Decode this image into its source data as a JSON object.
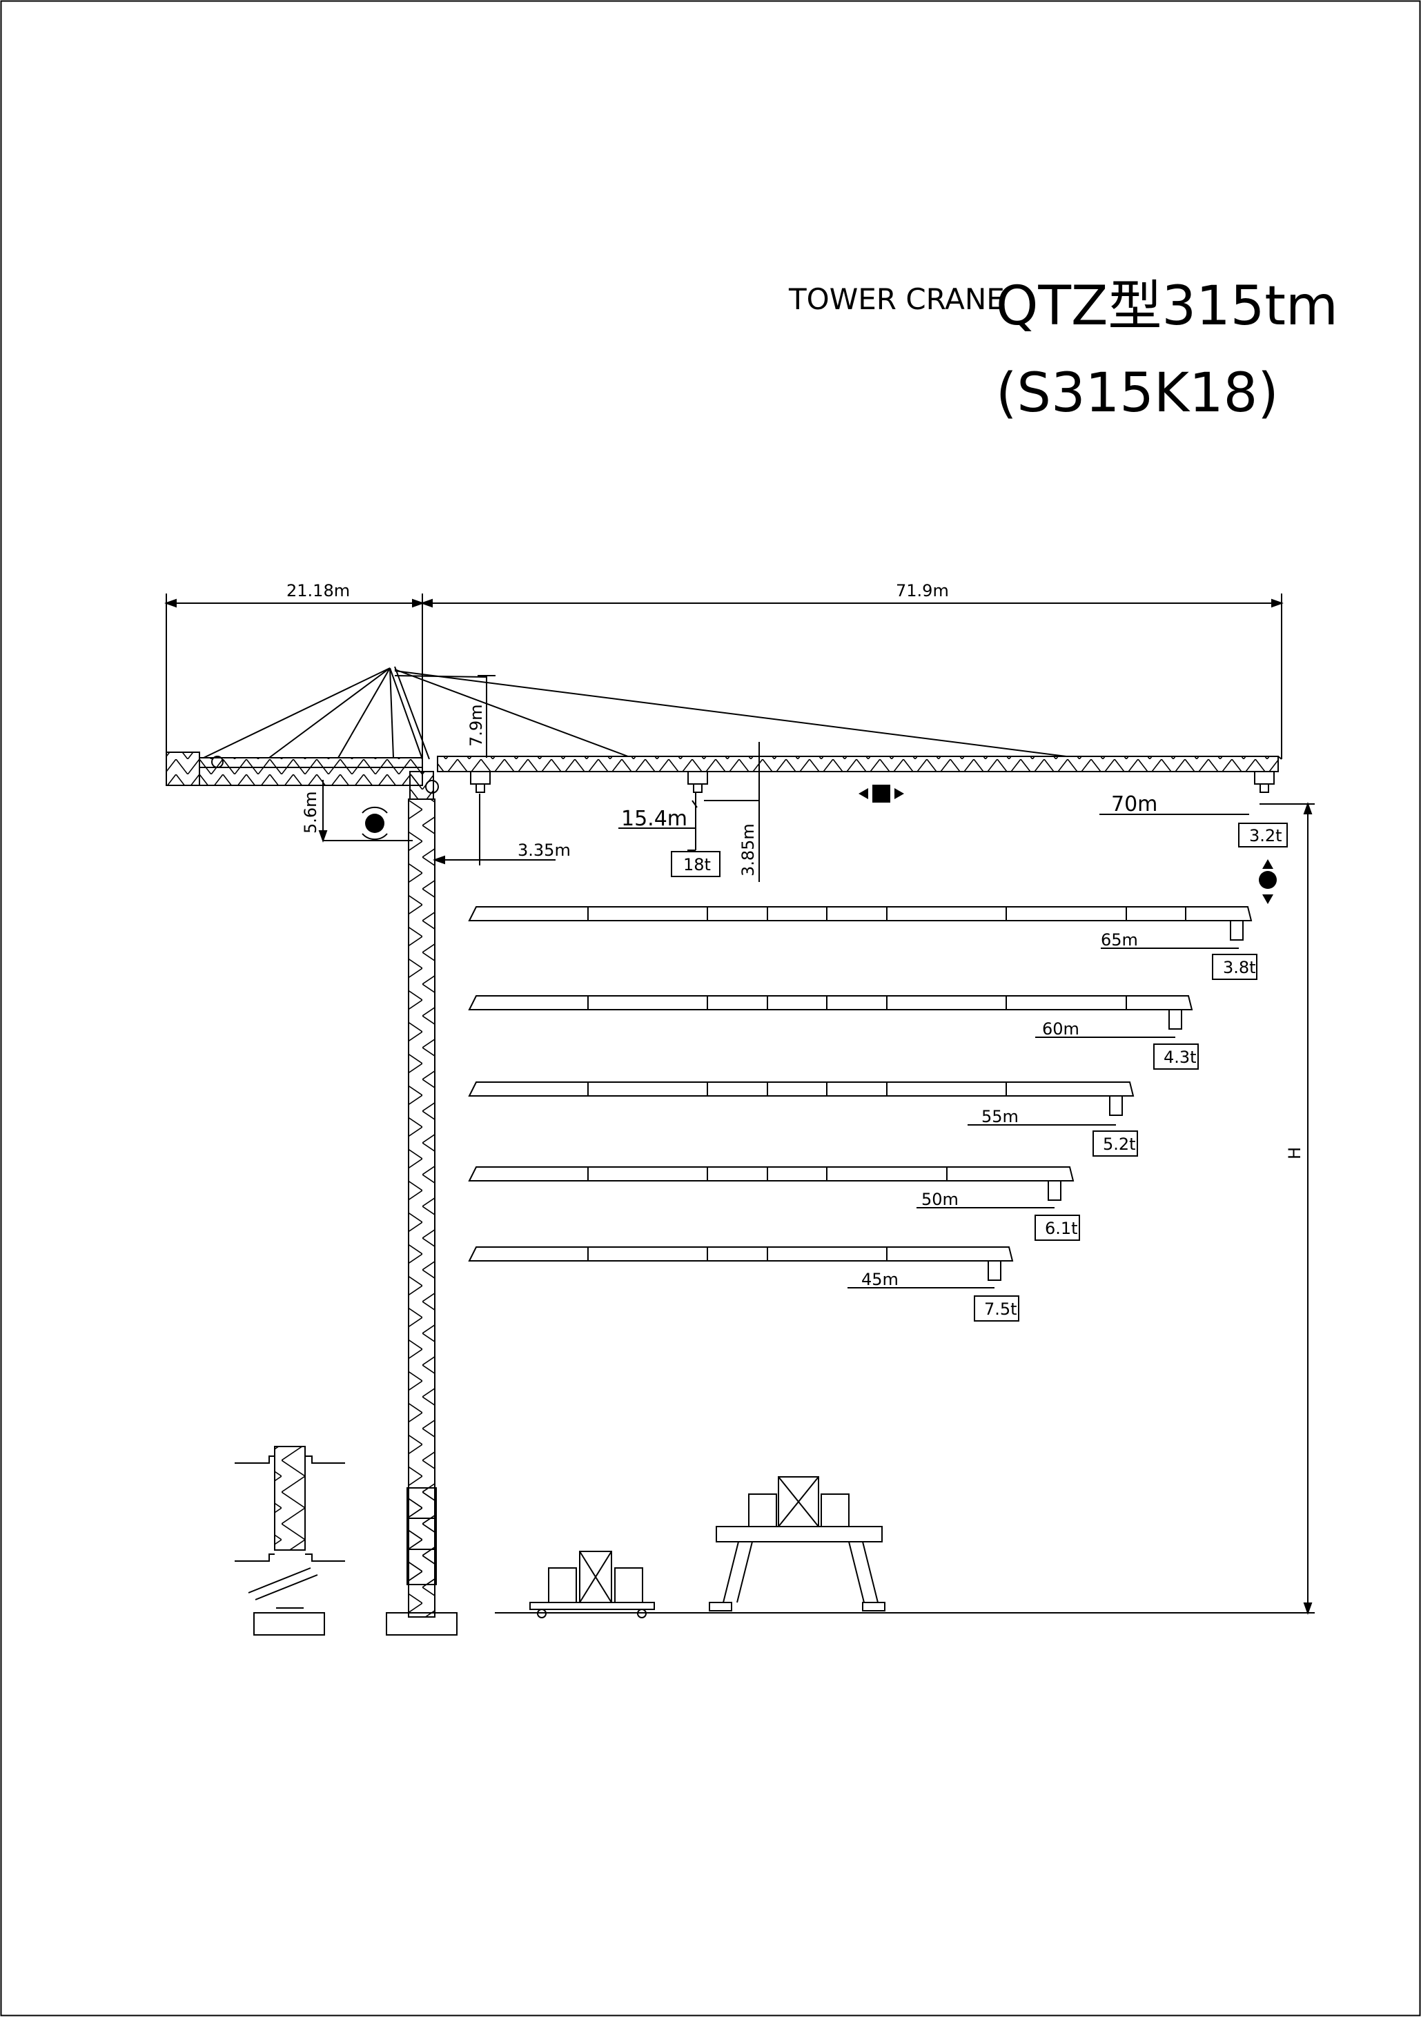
{
  "header": {
    "subtitle": "TOWER CRANE",
    "model": "QTZ型315tm",
    "code": "(S315K18)"
  },
  "dimensions": {
    "counter_jib": "21.18m",
    "jib": "71.9m",
    "head_height": "7.9m",
    "under_jib": "5.6m",
    "tower_offset": "3.35m",
    "min_radius": "15.4m",
    "hook_drop": "3.85m",
    "height": "H"
  },
  "load_chart": [
    {
      "radius": "70m",
      "load": "3.2t"
    },
    {
      "radius": "65m",
      "load": "3.8t"
    },
    {
      "radius": "60m",
      "load": "4.3t"
    },
    {
      "radius": "55m",
      "load": "5.2t"
    },
    {
      "radius": "50m",
      "load": "6.1t"
    },
    {
      "radius": "45m",
      "load": "7.5t"
    }
  ],
  "max_load": "18t",
  "colors": {
    "line": "#000000",
    "background": "#ffffff"
  },
  "icons": [
    "trolley-direction-icon",
    "slewing-icon",
    "hoist-direction-icon"
  ]
}
